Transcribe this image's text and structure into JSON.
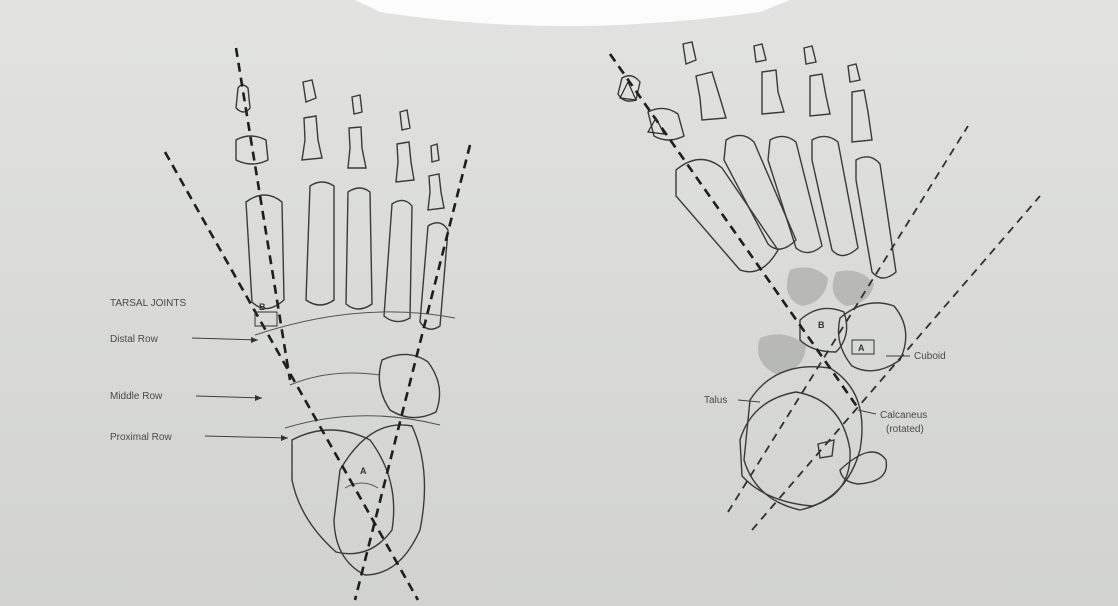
{
  "left_figure": {
    "heading": "TARSAL JOINTS",
    "rows": [
      "Distal Row",
      "Middle Row",
      "Proximal Row"
    ],
    "angle_b": "B",
    "angle_a": "A"
  },
  "right_figure": {
    "labels": {
      "cuboid": "Cuboid",
      "talus": "Talus",
      "calcaneus": "Calcaneus",
      "calcaneus_note": "(rotated)"
    },
    "angle_b": "B",
    "angle_a": "A"
  },
  "colors": {
    "paper": "#dadbd8",
    "ink": "#2a2a2a",
    "shadow": "#a9aba8"
  }
}
